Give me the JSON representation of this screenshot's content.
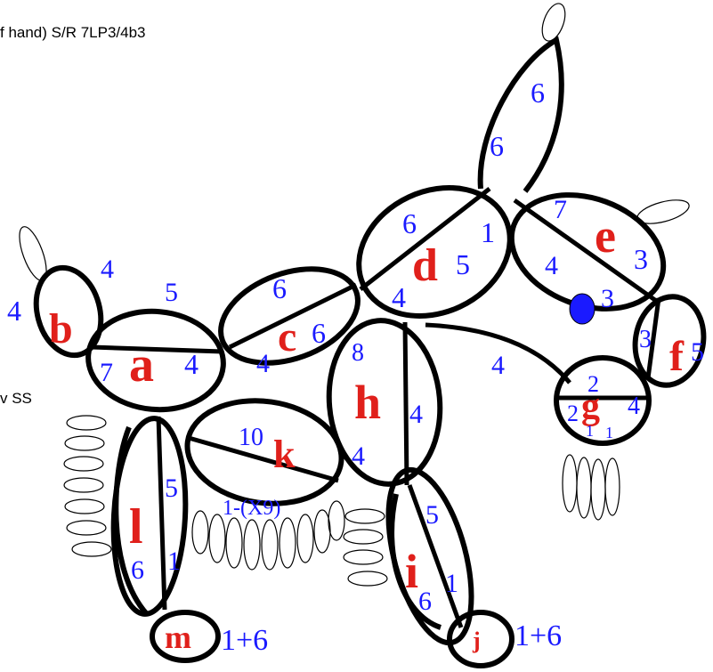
{
  "notes": {
    "top": "f hand) S/R 7LP3/4b3",
    "left": "v SS"
  },
  "labels": {
    "a": "a",
    "b": "b",
    "c": "c",
    "d": "d",
    "e": "e",
    "f": "f",
    "g": "g",
    "h": "h",
    "i": "i",
    "j": "j",
    "k": "k",
    "l": "l",
    "m": "m"
  },
  "counts": {
    "b_left": "4",
    "b_top": "4",
    "a_top": "5",
    "a_left": "7",
    "a_right": "4",
    "c_top": "6",
    "c_left": "4",
    "c_right": "6",
    "d_top": "6",
    "d_right_top": "1",
    "d_mid": "5",
    "d_bottom": "4",
    "top_petal_upper": "6",
    "top_petal_lower": "6",
    "e_top": "7",
    "e_right": "3",
    "e_mid": "4",
    "e_bottom": "3",
    "f_left": "3",
    "f_right": "5",
    "g_top": "2",
    "g_left": "2",
    "g_right": "4",
    "g_bottom_left": "1",
    "g_bottom_right": "1",
    "chain_dg": "4",
    "h_top": "8",
    "h_right": "4",
    "h_bottom": "4",
    "k_top": "10",
    "k_bottom": "1-(X9)",
    "l_top": "5",
    "l_left": "6",
    "l_right": "1",
    "i_top": "5",
    "i_left": "6",
    "i_right": "1",
    "m_right": "1+6",
    "j_right": "1+6"
  },
  "colors": {
    "count_blue": "#1a1aff",
    "letter_red": "#e0201b",
    "bead_blue": "#1a1aff"
  }
}
